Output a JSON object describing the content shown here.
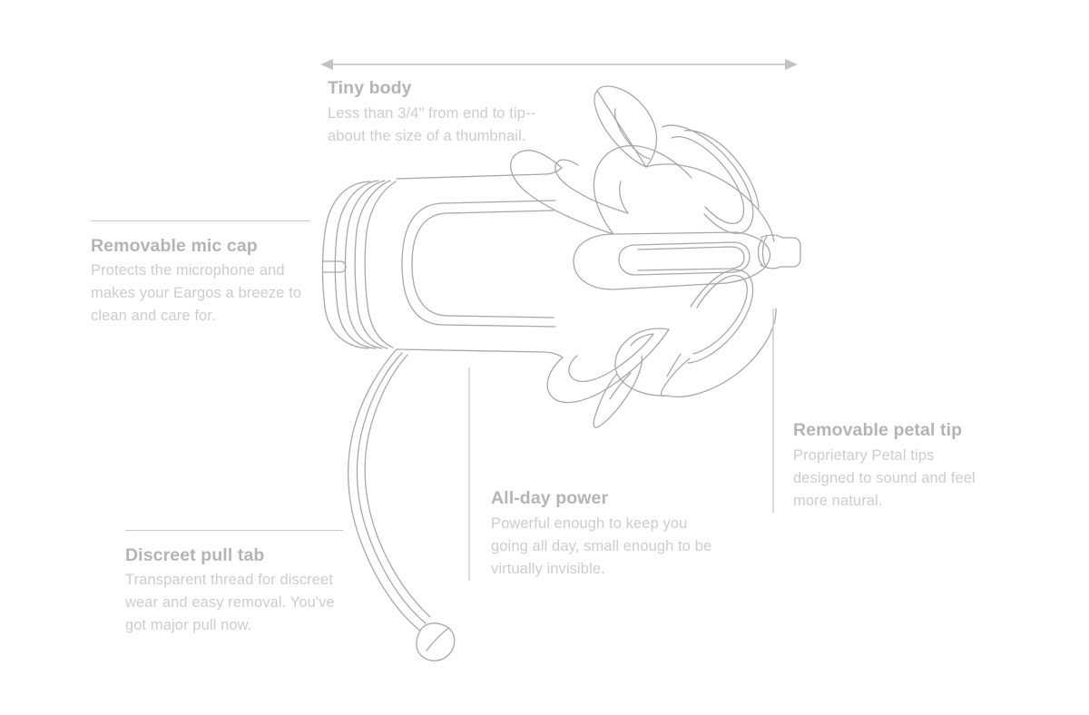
{
  "page": {
    "background_color": "#ffffff",
    "heading_color": "#b4b4b4",
    "body_color": "#cdcdcd",
    "line_color": "#c9c9c9",
    "illustration_stroke_color": "#a8a8a8",
    "illustration_name": "eargo-hearing-aid-line-drawing"
  },
  "dimension_arrow": {
    "name": "tiny-body-dimension-arrow",
    "left_arrowhead": "triangle-left",
    "right_arrowhead": "triangle-right"
  },
  "callouts": [
    {
      "id": "tiny-body",
      "title": "Tiny body",
      "body": "Less than 3/4\" from end to tip--about the size of a thumbnail.",
      "leader": "top-dimension-arrow"
    },
    {
      "id": "mic-cap",
      "title": "Removable mic cap",
      "body": "Protects the microphone and makes your Eargos a breeze to clean and care for.",
      "leader": "horizontal-rule-above"
    },
    {
      "id": "pull-tab",
      "title": "Discreet pull tab",
      "body": "Transparent thread for discreet wear and easy removal. You've got major pull now.",
      "leader": "horizontal-rule-above"
    },
    {
      "id": "all-day-power",
      "title": "All-day power",
      "body": "Powerful enough to keep you going all day, small enough to be virtually invisible.",
      "leader": "vertical-rule-left"
    },
    {
      "id": "petal-tip",
      "title": "Removable petal tip",
      "body": "Proprietary Petal tips designed to sound and feel more natural.",
      "leader": "vertical-rule-left"
    }
  ]
}
